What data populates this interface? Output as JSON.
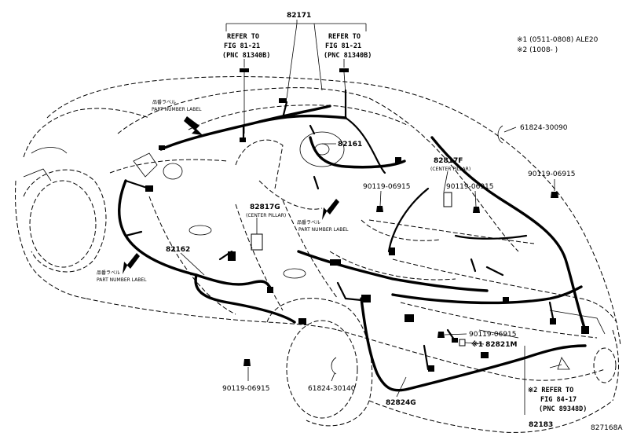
{
  "labels": {
    "p82171": "82171",
    "refer_left": [
      "REFER TO",
      "FIG 81-21",
      "(PNC 81340B)"
    ],
    "refer_right": [
      "REFER TO",
      "FIG 81-21",
      "(PNC 81340B)"
    ],
    "notes": [
      "※1 (0511-0808) ALE20",
      "※2 (1008-      )"
    ],
    "p61824_30090": "61824-30090",
    "p82161": "82161",
    "p82817F": "82817F",
    "center_pillar_f": "(CENTER PILLAR)",
    "p90119_a": "90119-06915",
    "p90119_b": "90119-06915",
    "p90119_c": "90119-06915",
    "p82817G": "82817G",
    "center_pillar_g": "(CENTER PILLAR)",
    "part_label_jp": "品番ラベル",
    "part_label_en": "PART NUMBER LABEL",
    "p82162": "82162",
    "p90119_d": "90119-06915",
    "p82821M": "※1 82821M",
    "p90119_e": "90119-06915",
    "p61824_30140": "61824-30140",
    "p82824G": "82824G",
    "refer_bottom": [
      "※2 REFER TO",
      "FIG 84-17",
      "(PNC 89348D)"
    ],
    "p82183": "82183",
    "fig_code": "827168A"
  }
}
